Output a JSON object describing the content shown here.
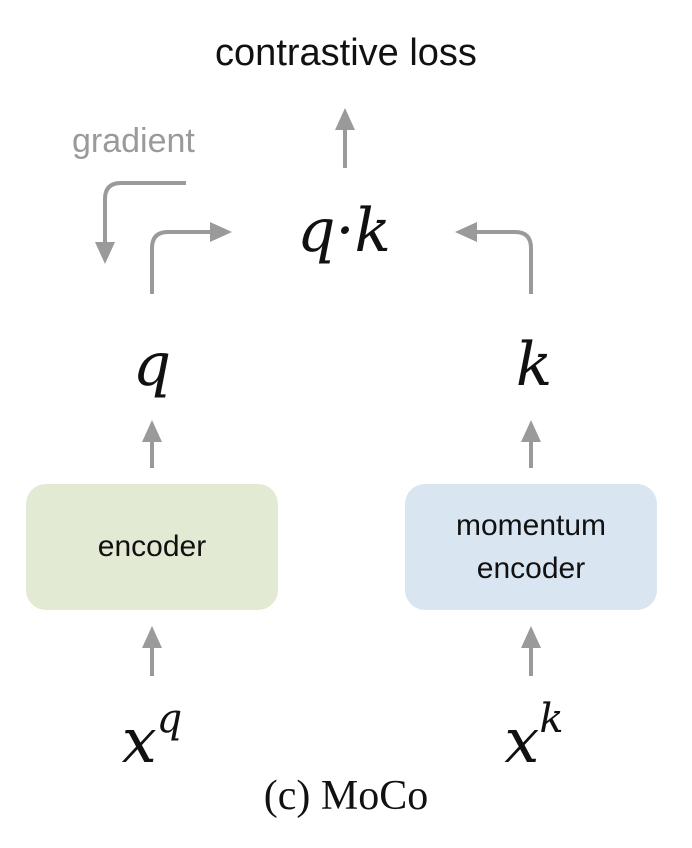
{
  "title": "contrastive loss",
  "gradient_label": "gradient",
  "similarity": "q·k",
  "query_symbol": "q",
  "key_symbol": "k",
  "encoder_box": {
    "line1": "encoder",
    "color": "#e2ead4"
  },
  "momentum_encoder_box": {
    "line1": "momentum",
    "line2": "encoder",
    "color": "#d9e5f1"
  },
  "input_query": {
    "base": "x",
    "sup": "q"
  },
  "input_key": {
    "base": "x",
    "sup": "k"
  },
  "caption": "(c) MoCo",
  "arrow_color": "#9a9a9a"
}
